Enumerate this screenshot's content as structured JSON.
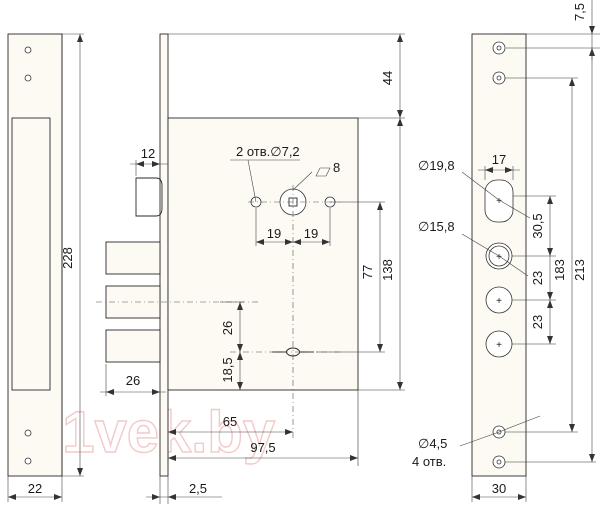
{
  "watermark": "21vek.by",
  "labels": {
    "d_12": "12",
    "d_228": "228",
    "d_22": "22",
    "d_44": "44",
    "d_holes_72": "2 отв.∅7,2",
    "d_sq8": "8",
    "d_19a": "19",
    "d_19b": "19",
    "d_77": "77",
    "d_138": "138",
    "d_26v": "26",
    "d_185": "18,5",
    "d_26h": "26",
    "d_65": "65",
    "d_975": "97,5",
    "d_25": "2,5",
    "d_75": "7,5",
    "d_198": "∅19,8",
    "d_17": "17",
    "d_305": "30,5",
    "d_158": "∅15,8",
    "d_23a": "23",
    "d_23b": "23",
    "d_183": "183",
    "d_213": "213",
    "d_45": "∅4,5",
    "d_4holes": "4 отв.",
    "d_30": "30"
  }
}
